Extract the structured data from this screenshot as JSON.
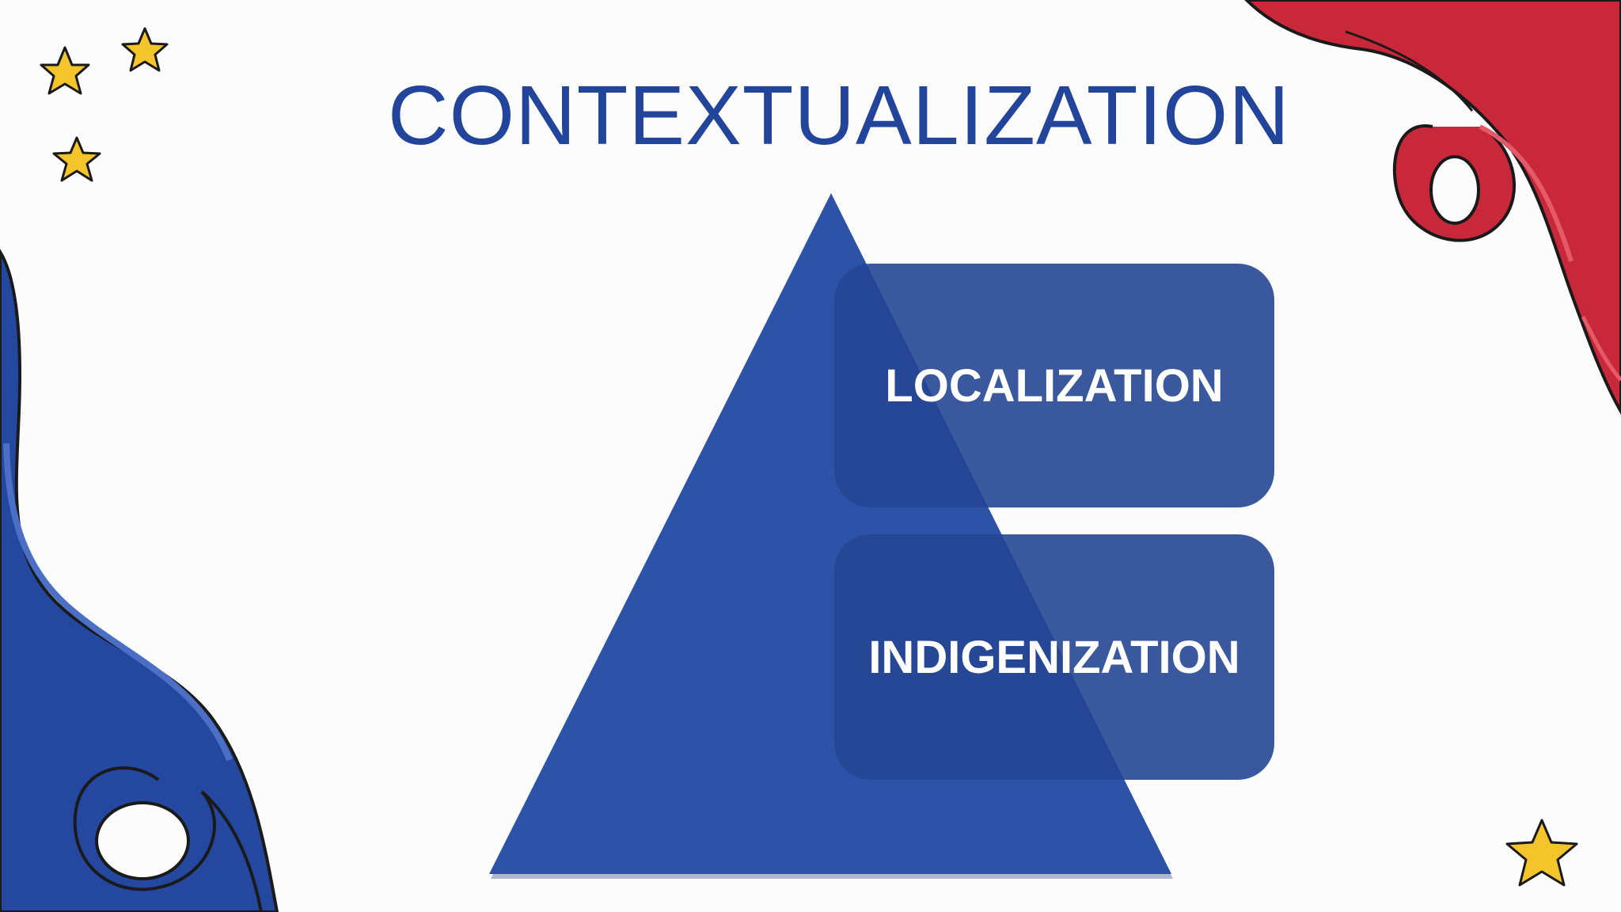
{
  "slide": {
    "title": "CONTEXTUALIZATION"
  },
  "diagram": {
    "items": [
      {
        "label": "LOCALIZATION"
      },
      {
        "label": "INDIGENIZATION"
      }
    ]
  },
  "colors": {
    "title": "#22449a",
    "pyramid": "#2c53a7",
    "card": "#254694",
    "ribbon_blue": "#2448a0",
    "ribbon_red": "#c8283a",
    "star": "#f4c52b",
    "background": "#fcfcfd"
  },
  "icons": {
    "stars": [
      "star-icon"
    ],
    "ribbons": [
      "blue-ribbon",
      "red-ribbon"
    ]
  }
}
